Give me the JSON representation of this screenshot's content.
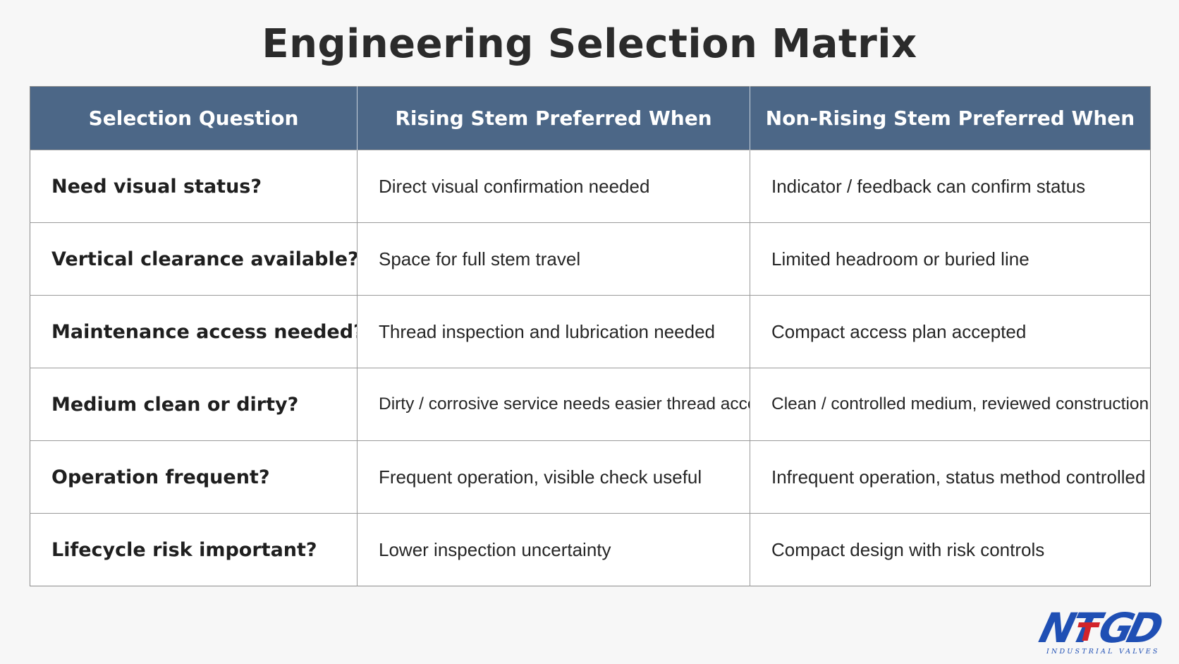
{
  "title": "Engineering Selection Matrix",
  "table": {
    "headers": [
      "Selection Question",
      "Rising Stem Preferred When",
      "Non-Rising Stem Preferred When"
    ],
    "rows": [
      [
        "Need visual status?",
        "Direct visual confirmation needed",
        "Indicator / feedback can confirm status"
      ],
      [
        "Vertical clearance available?",
        "Space for full stem travel",
        "Limited headroom or buried line"
      ],
      [
        "Maintenance access needed?",
        "Thread inspection and lubrication needed",
        "Compact access plan accepted"
      ],
      [
        "Medium clean or dirty?",
        "Dirty / corrosive service needs easier thread access",
        "Clean / controlled medium, reviewed construction"
      ],
      [
        "Operation frequent?",
        "Frequent operation, visible check useful",
        "Infrequent operation, status method controlled"
      ],
      [
        "Lifecycle risk important?",
        "Lower inspection uncertainty",
        "Compact design with risk controls"
      ]
    ]
  },
  "logo": {
    "mark": "NTGD",
    "tagline": "INDUSTRIAL VALVES",
    "colors": {
      "blue": "#1f4fb4",
      "red": "#d2232a"
    }
  },
  "colors": {
    "header_bg": "#4c6787",
    "header_text": "#ffffff",
    "page_bg": "#f7f7f7",
    "grid": "#9a9a9a"
  }
}
